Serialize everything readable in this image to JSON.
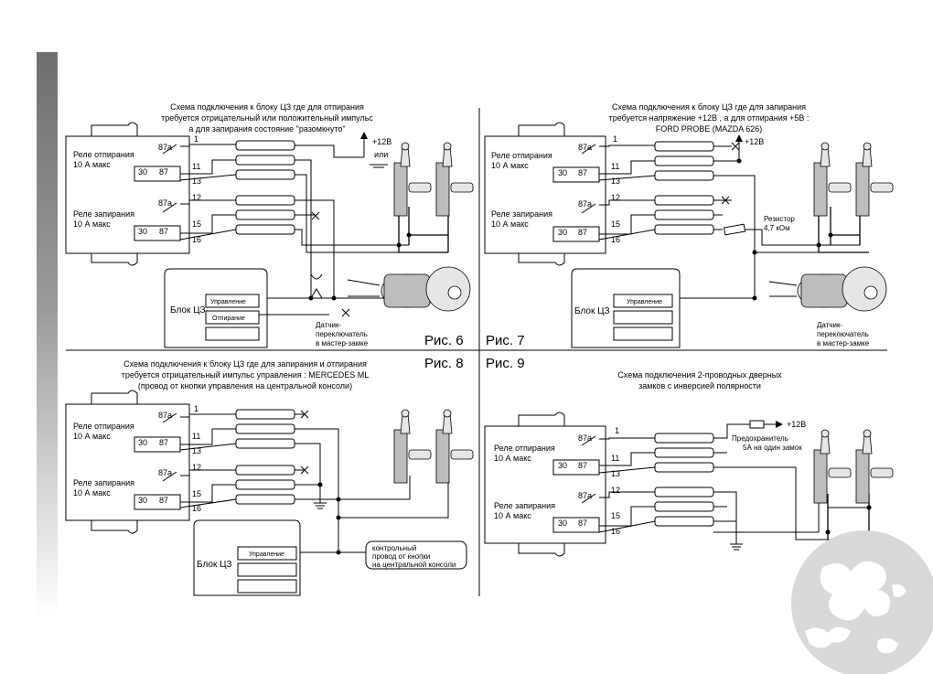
{
  "panels": [
    {
      "id": "fig6",
      "figure_label": "Рис. 6",
      "caption": [
        "Схема подключения к блоку ЦЗ где для отпирания",
        "требуется отрицательный или положительный импульс",
        "а для запирания состояние \"разомкнуто\""
      ],
      "relay_unlock": {
        "name": [
          "Реле отпирания",
          "10 А макс"
        ],
        "pins": [
          "87а",
          "30",
          "87"
        ]
      },
      "relay_lock": {
        "name": [
          "Реле запирания",
          "10 А макс"
        ],
        "pins": [
          "87а",
          "30",
          "87"
        ]
      },
      "wire_numbers": [
        "1",
        "11",
        "13",
        "12",
        "15",
        "16"
      ],
      "supply": [
        "+12В",
        "или"
      ],
      "cz_block": {
        "name": "Блок ЦЗ",
        "inputs": [
          "Управление",
          "Отпирание"
        ]
      },
      "sensor": [
        "Датчик-",
        "переключатель",
        "в мастер-замке"
      ]
    },
    {
      "id": "fig7",
      "figure_label": "Рис. 7",
      "caption": [
        "Схема подключения к блоку ЦЗ где для запирания",
        "требуется напряжение +12В , а для отпирания +5В :",
        "FORD PROBE (MAZDA 626)"
      ],
      "relay_unlock": {
        "name": [
          "Реле отпирания",
          "10 А макс"
        ],
        "pins": [
          "87а",
          "30",
          "87"
        ]
      },
      "relay_lock": {
        "name": [
          "Реле запирания",
          "10 А макс"
        ],
        "pins": [
          "87а",
          "30",
          "87"
        ]
      },
      "wire_numbers": [
        "1",
        "11",
        "13",
        "12",
        "15",
        "16"
      ],
      "supply": [
        "+12В"
      ],
      "resistor": [
        "Резистор",
        "4,7 кОм"
      ],
      "cz_block": {
        "name": "Блок ЦЗ",
        "inputs": [
          "Управление"
        ]
      },
      "sensor": [
        "Датчик-",
        "переключатель",
        "в мастер-замке"
      ]
    },
    {
      "id": "fig8",
      "figure_label": "Рис. 8",
      "caption": [
        "Схема подключения к блоку ЦЗ где для запирания и отпирания",
        "требуется отрицательный импульс управления : MERCEDES ML",
        "(провод от кнопки управления на центральной консоли)"
      ],
      "relay_unlock": {
        "name": [
          "Реле отпирания",
          "10 А макс"
        ],
        "pins": [
          "87а",
          "30",
          "87"
        ]
      },
      "relay_lock": {
        "name": [
          "Реле запирания",
          "10 А макс"
        ],
        "pins": [
          "87а",
          "30",
          "87"
        ]
      },
      "wire_numbers": [
        "1",
        "11",
        "13",
        "12",
        "15",
        "16"
      ],
      "cz_block": {
        "name": "Блок ЦЗ",
        "inputs": [
          "Управление"
        ]
      },
      "note": [
        "контрольный",
        "провод от кнопки",
        "на центральной консоли"
      ]
    },
    {
      "id": "fig9",
      "figure_label": "Рис. 9",
      "caption": [
        "Схема подключения 2-проводных дверных",
        "замков с инверсией полярности"
      ],
      "relay_unlock": {
        "name": [
          "Реле отпирания",
          "10 А макс"
        ],
        "pins": [
          "87а",
          "30",
          "87"
        ]
      },
      "relay_lock": {
        "name": [
          "Реле запирания",
          "10 А макс"
        ],
        "pins": [
          "87а",
          "30",
          "87"
        ]
      },
      "wire_numbers": [
        "1",
        "11",
        "13",
        "12",
        "15",
        "16"
      ],
      "supply": [
        "+12В"
      ],
      "fuse": [
        "Предохранитель",
        "5А на один замок"
      ]
    }
  ]
}
